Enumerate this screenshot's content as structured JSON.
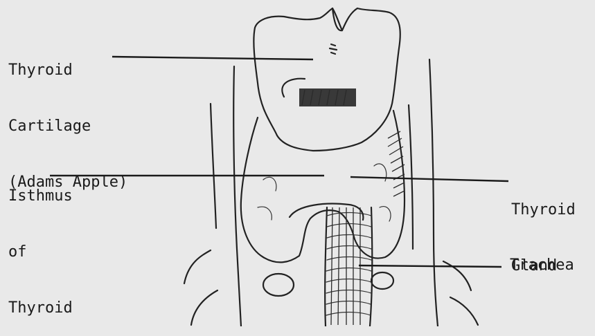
{
  "labels": {
    "thyroid_cartilage": [
      "Thyroid",
      "Cartilage",
      "(Adams Apple)"
    ],
    "isthmus": [
      "Isthmus",
      "of",
      "Thyroid"
    ],
    "thyroid_gland": [
      "Thyroid",
      "Gland"
    ],
    "trachea": "Trachea"
  }
}
